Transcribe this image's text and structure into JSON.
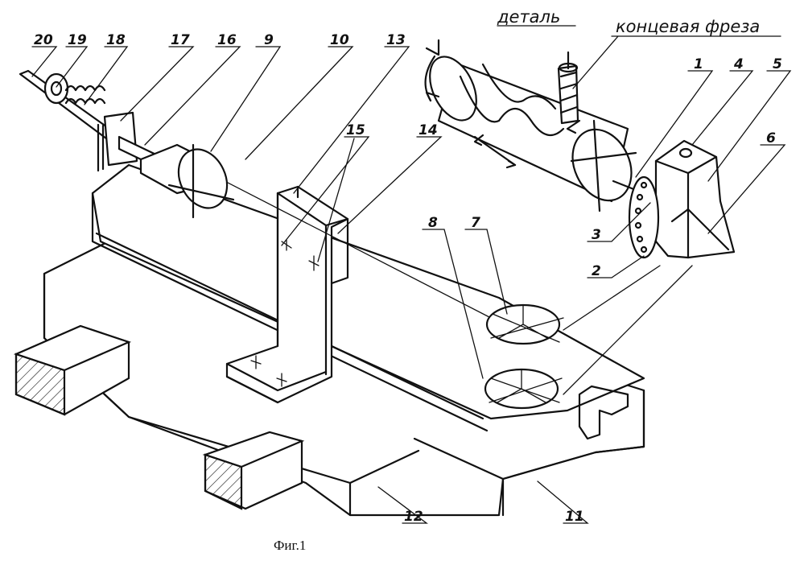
{
  "figure": {
    "caption": "Фиг.1",
    "words": {
      "detail": "деталь",
      "end_mill": "концевая фреза"
    },
    "part_labels": [
      "20",
      "19",
      "18",
      "17",
      "16",
      "9",
      "10",
      "13",
      "15",
      "14",
      "1",
      "4",
      "5",
      "6",
      "3",
      "2",
      "7",
      "8",
      "12",
      "11"
    ]
  }
}
